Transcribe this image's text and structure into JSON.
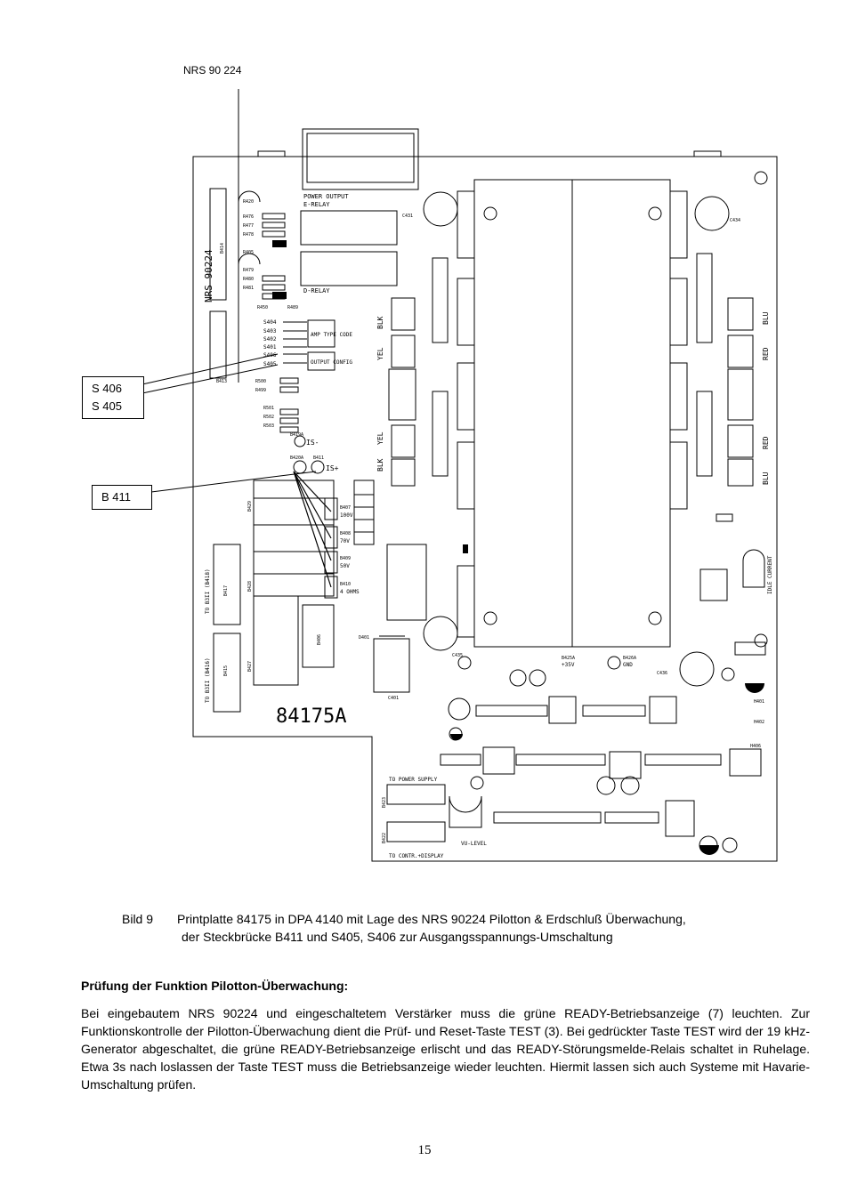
{
  "diagram": {
    "top_label": "NRS 90 224",
    "callouts": [
      "S 406",
      "S 405",
      "B 411"
    ],
    "board_id": "84175A",
    "board_rot_label": "NRS 90224",
    "blocks": {
      "power_output": "POWER OUTPUT",
      "e_relay": "E-RELAY",
      "d_relay": "D-RELAY",
      "amp_type_code": "AMP TYPE CODE",
      "output_config": "OUTPUT CONFIG",
      "to_power_supply": "TO POWER SUPPLY",
      "to_contr_display": "TO CONTR.+DISPLAY",
      "idle_current": "IDLE CURRENT",
      "vu_level": "VU-LEVEL",
      "is_minus": "IS-",
      "is_plus": "IS+",
      "v100": "100V",
      "v70": "70V",
      "v50": "50V",
      "ohm4": "4 OHMS",
      "v35": "+35V",
      "gnd": "GND",
      "to_b3ii_1": "TO B3II (B418)",
      "to_b3ii_2": "TO B3II (B416)"
    },
    "switch_labels": [
      "S404",
      "S403",
      "S402",
      "S401",
      "S406",
      "S405"
    ],
    "resistor_labels_left": [
      "R420",
      "R476",
      "R477",
      "R478",
      "R405",
      "R479",
      "R480",
      "R481",
      "R450",
      "R489"
    ],
    "bus_labels": [
      "R500",
      "R499",
      "R501",
      "R502",
      "R503"
    ],
    "jumpers": [
      "B407",
      "B408",
      "B409",
      "B410"
    ],
    "connectors_right": [
      "BLU",
      "RED",
      "RED",
      "BLU"
    ],
    "connectors_mid": [
      "BLK",
      "YEL",
      "YEL",
      "BLK"
    ],
    "misc_labels": [
      "B414",
      "B413",
      "B419A",
      "B420A",
      "B411",
      "B429",
      "B428",
      "B427",
      "B417",
      "B415",
      "B406",
      "D401",
      "C401",
      "C435",
      "C436",
      "C434",
      "C431",
      "B423",
      "B422",
      "B425A",
      "B426A",
      "H401",
      "H402",
      "H406"
    ]
  },
  "caption": {
    "label": "Bild 9",
    "line1": "Printplatte 84175 in DPA 4140 mit Lage des NRS 90224 Pilotton & Erdschluß Überwachung,",
    "line2": "der Steckbrücke B411 und S405, S406 zur Ausgangsspannungs-Umschaltung"
  },
  "section": {
    "heading": "Prüfung der Funktion Pilotton-Überwachung:",
    "paragraph": "Bei eingebautem NRS 90224 und eingeschaltetem Verstärker muss die grüne READY-Betriebsanzeige (7) leuchten. Zur Funktionskontrolle der Pilotton-Überwachung dient die Prüf- und Reset-Taste TEST (3). Bei gedrückter Taste TEST wird der 19 kHz-Generator abgeschaltet, die grüne READY-Betriebsanzeige erlischt und das READY-Störungsmelde-Relais schaltet in Ruhelage. Etwa 3s nach loslassen der Taste TEST muss die Betriebsanzeige wieder leuchten. Hiermit lassen sich auch Systeme mit Havarie-Umschaltung prüfen."
  },
  "page_number": "15"
}
